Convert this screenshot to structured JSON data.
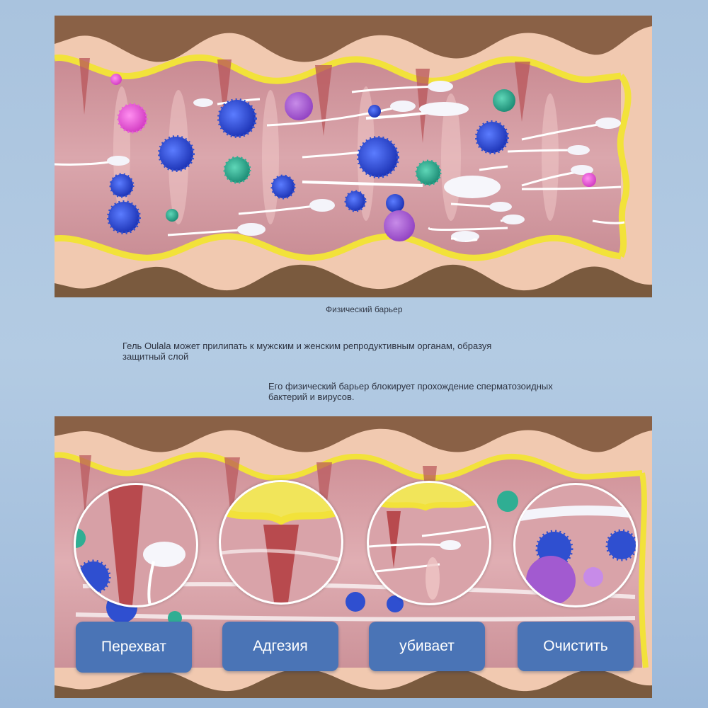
{
  "captions": {
    "barrier_label": "Физический барьер",
    "adhesion_text": "Гель Oulala может прилипать к мужским и женским репродуктивным органам, образуя защитный слой",
    "blocking_text": "Его физический барьер блокирует прохождение сперматозоидных бактерий и вирусов."
  },
  "steps": [
    {
      "label": "Перехват"
    },
    {
      "label": "Адгезия"
    },
    {
      "label": "убивает"
    },
    {
      "label": "Очистить"
    }
  ],
  "colors": {
    "tissue_pink": "#d9a2a8",
    "barrier_yellow": "#f2e23a",
    "outer_skin": "#f1c9b0",
    "brown_layer": "#7a5a3e",
    "virus_blue": "#2f4fd0",
    "virus_teal": "#2fae93",
    "virus_pink": "#e85fd8",
    "button_blue": "#4a74b6"
  },
  "icons": [
    "virus-icon",
    "sperm-icon",
    "magnifier-lens"
  ]
}
